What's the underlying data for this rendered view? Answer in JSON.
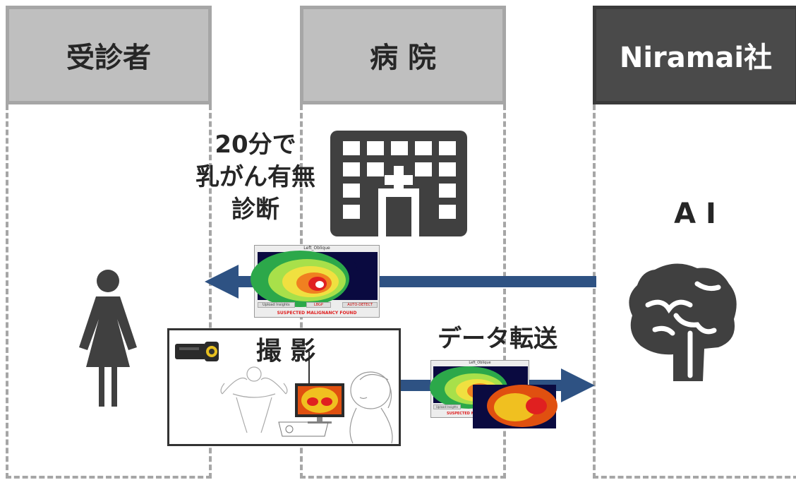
{
  "lanes": {
    "patient": "受診者",
    "hospital": "病 院",
    "niramai": "Niramai社"
  },
  "labels": {
    "diagnosis_line1": "20分で",
    "diagnosis_line2": "乳がん有無",
    "diagnosis_line3": "診断",
    "ai": "A I",
    "imaging": "撮 影",
    "data_transfer": "データ転送"
  },
  "thermo_screen": {
    "title": "Left_Oblique",
    "button_1": "Upload Insights",
    "button_2": "LBGP",
    "button_3": "AUTO-DETECT",
    "result": "SUSPECTED MALIGNANCY FOUND"
  },
  "colors": {
    "lane_border": "#a6a6a6",
    "header_gray": "#bfbfbf",
    "header_dark": "#4a4a4a",
    "arrow": "#2e5283",
    "icon": "#404040",
    "alert_red": "#e02020"
  }
}
